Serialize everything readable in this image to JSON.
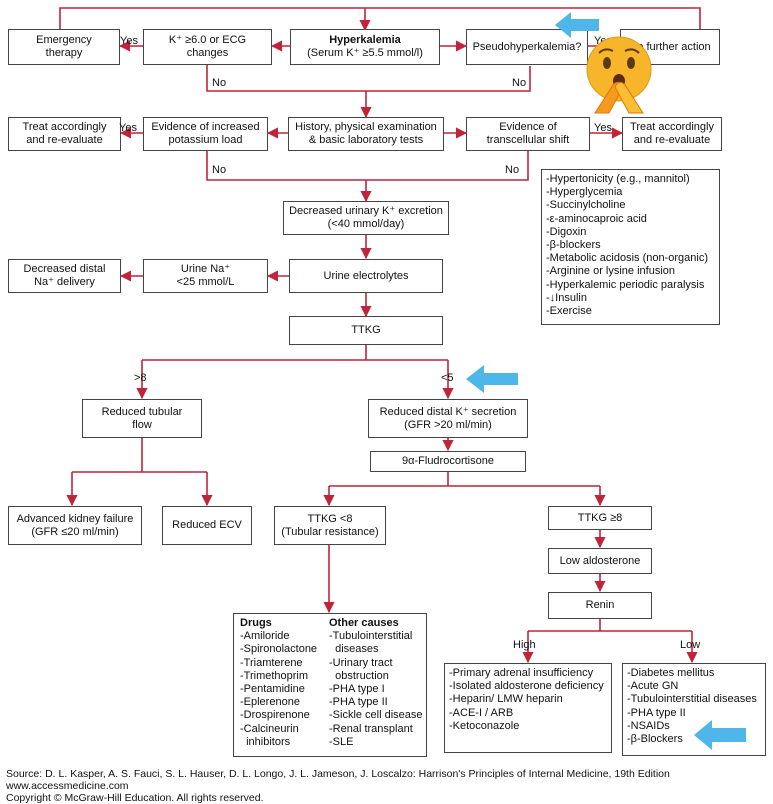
{
  "colors": {
    "line": "#c0243a",
    "box_border": "#444444",
    "highlight_arrow": "#4fb6ea",
    "emoji": "#f7b52b"
  },
  "nodes": {
    "emergency": "Emergency\ntherapy",
    "k_check": "K⁺ ≥6.0 or ECG\nchanges",
    "hyper_title": "Hyperkalemia",
    "hyper_sub": "(Serum K⁺ ≥5.5 mmol/l)",
    "pseudo": "Pseudohyperkalemia?",
    "no_further": "No further action",
    "treat_left": "Treat accordingly\nand re-evaluate",
    "increased_load": "Evidence of increased\npotassium load",
    "history": "History, physical examination\n& basic laboratory tests",
    "transcellular": "Evidence of\ntranscellular shift",
    "treat_right": "Treat accordingly\nand re-evaluate",
    "decreased_excretion": "Decreased urinary K⁺ excretion\n(<40 mmol/day)",
    "decreased_distal": "Decreased distal\nNa⁺ delivery",
    "urine_na": "Urine Na⁺\n<25 mmol/L",
    "urine_electrolytes": "Urine electrolytes",
    "ttkg": "TTKG",
    "reduced_tubular": "Reduced tubular\nflow",
    "reduced_distal": "Reduced distal K⁺ secretion\n(GFR >20 ml/min)",
    "fludro": "9α-Fludrocortisone",
    "advanced_kidney": "Advanced kidney failure\n(GFR ≤20 ml/min)",
    "reduced_ecv": "Reduced ECV",
    "ttkg_lt8": "TTKG <8\n(Tubular resistance)",
    "ttkg_ge8": "TTKG ≥8",
    "low_aldo": "Low aldosterone",
    "renin": "Renin"
  },
  "edge_labels": {
    "yes_emergency": "Yes",
    "yes_pseudo": "Yes",
    "no_k": "No",
    "no_pseudo": "No",
    "yes_load": "Yes",
    "yes_shift": "Yes",
    "no_load": "No",
    "no_shift": "No",
    "gt8": ">8",
    "lt5": "<5",
    "high": "High",
    "low": "Low"
  },
  "shift_causes": [
    "-Hypertonicity (e.g., mannitol)",
    "-Hyperglycemia",
    "-Succinylcholine",
    "-ε-aminocaproic acid",
    "-Digoxin",
    "-β-blockers",
    "-Metabolic acidosis (non-organic)",
    "-Arginine or lysine infusion",
    "-Hyperkalemic periodic paralysis",
    "-↓Insulin",
    "-Exercise"
  ],
  "drugs_box": {
    "drugs_header": "Drugs",
    "drugs": [
      "-Amiloride",
      "-Spironolactone",
      "-Triamterene",
      "-Trimethoprim",
      "-Pentamidine",
      "-Eplerenone",
      "-Drospirenone",
      "-Calcineurin",
      "  inhibitors"
    ],
    "other_header": "Other causes",
    "other": [
      "-Tubulointerstitial",
      "  diseases",
      "-Urinary tract",
      "  obstruction",
      "-PHA type I",
      "-PHA type II",
      "-Sickle cell disease",
      "-Renal transplant",
      "-SLE"
    ]
  },
  "high_renin": [
    "-Primary adrenal insufficiency",
    "-Isolated aldosterone deficiency",
    "-Heparin/ LMW heparin",
    "-ACE-I / ARB",
    "-Ketoconazole"
  ],
  "low_renin": [
    "-Diabetes mellitus",
    "-Acute GN",
    "-Tubulointerstitial diseases",
    "-PHA type II",
    "-NSAIDs",
    "-β-Blockers"
  ],
  "source": [
    "Source: D. L. Kasper, A. S. Fauci, S. L. Hauser, D. L. Longo, J. L. Jameson, J. Loscalzo: Harrison's Principles of Internal Medicine, 19th Edition",
    "www.accessmedicine.com",
    "Copyright © McGraw-Hill Education.  All rights reserved."
  ]
}
